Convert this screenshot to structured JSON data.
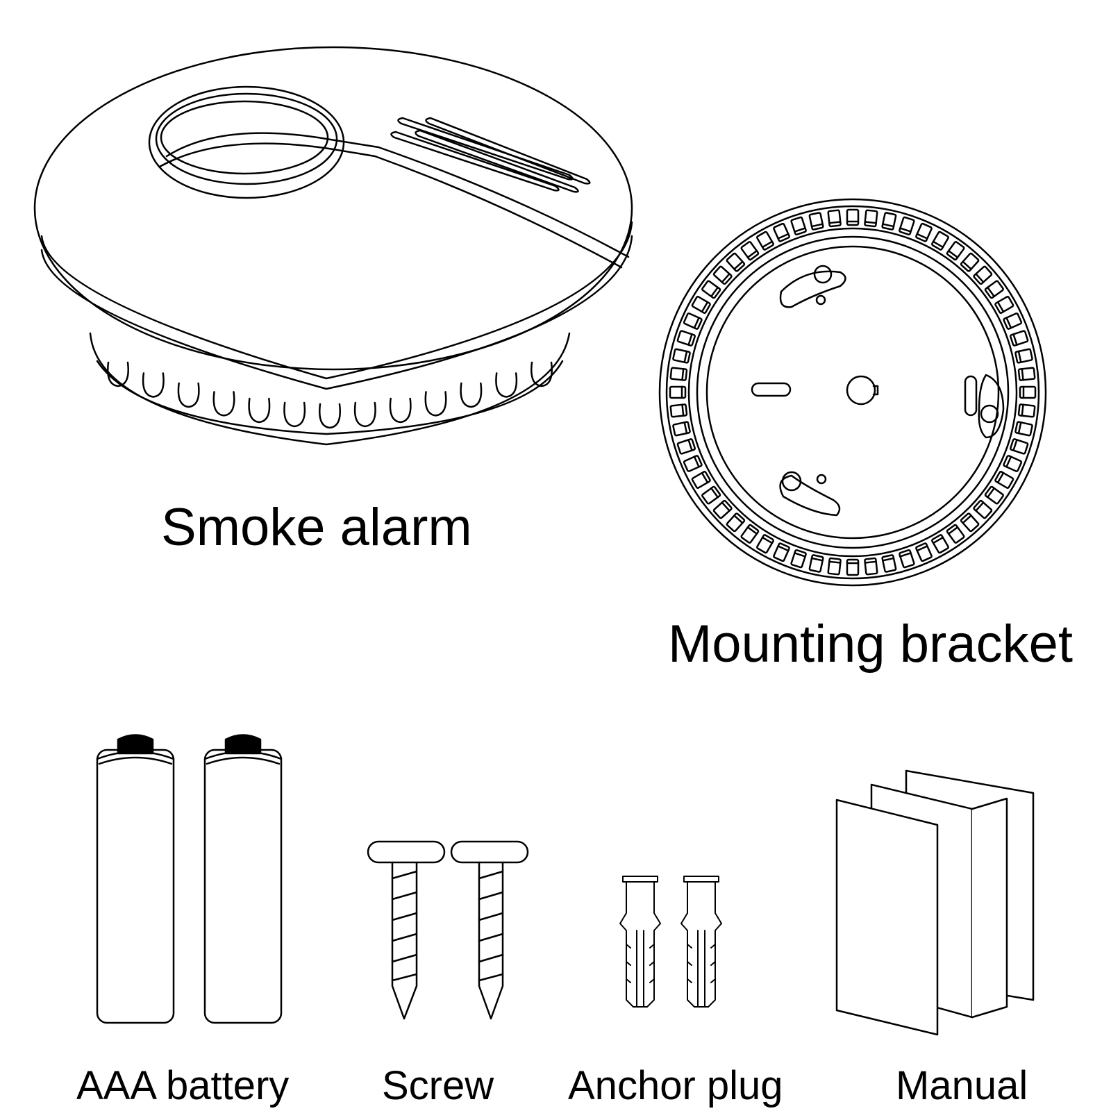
{
  "labels": {
    "smoke_alarm": "Smoke alarm",
    "mounting_bracket": "Mounting bracket",
    "battery": "AAA battery",
    "screw": "Screw",
    "anchor_plug": "Anchor plug",
    "manual": "Manual"
  },
  "colors": {
    "line": "#000000",
    "background": "#ffffff"
  }
}
